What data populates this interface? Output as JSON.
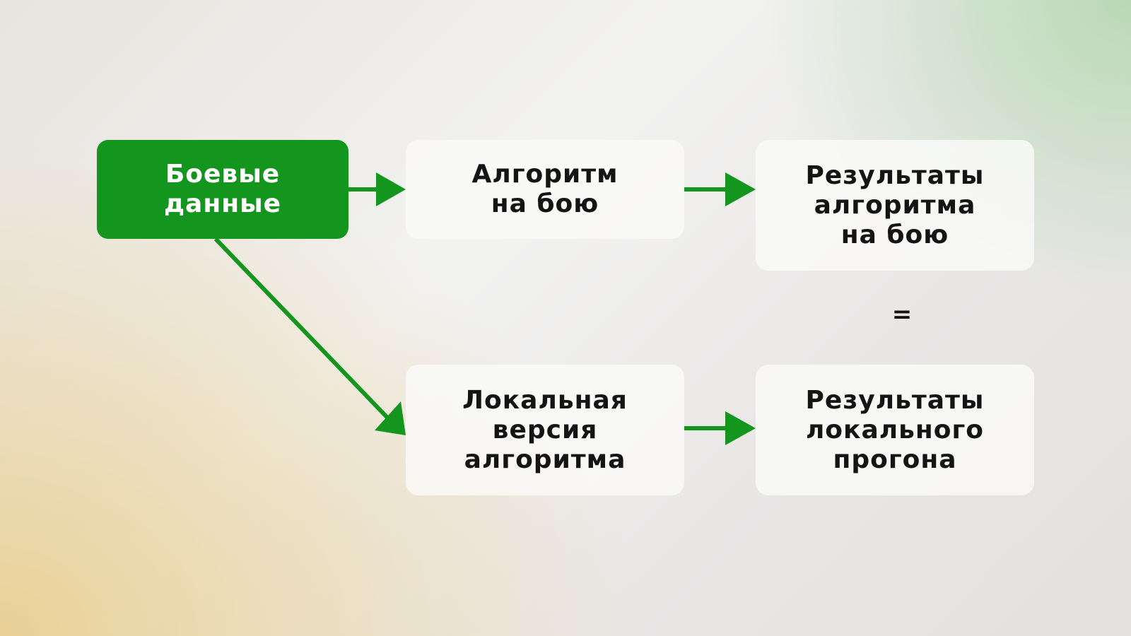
{
  "colors": {
    "accent": "#14961e",
    "box_fill": "#fafaf9",
    "text": "#141414"
  },
  "nodes": {
    "source": "Боевые\nданные",
    "prod_algorithm": "Алгоритм\nна бою",
    "prod_results": "Результаты\nалгоритма\nна бою",
    "local_algorithm": "Локальная\nверсия\nалгоритма",
    "local_results": "Результаты\nлокального\nпрогона"
  },
  "equals": "=",
  "edges": [
    {
      "from": "source",
      "to": "prod_algorithm"
    },
    {
      "from": "prod_algorithm",
      "to": "prod_results"
    },
    {
      "from": "source",
      "to": "local_algorithm"
    },
    {
      "from": "local_algorithm",
      "to": "local_results"
    }
  ]
}
